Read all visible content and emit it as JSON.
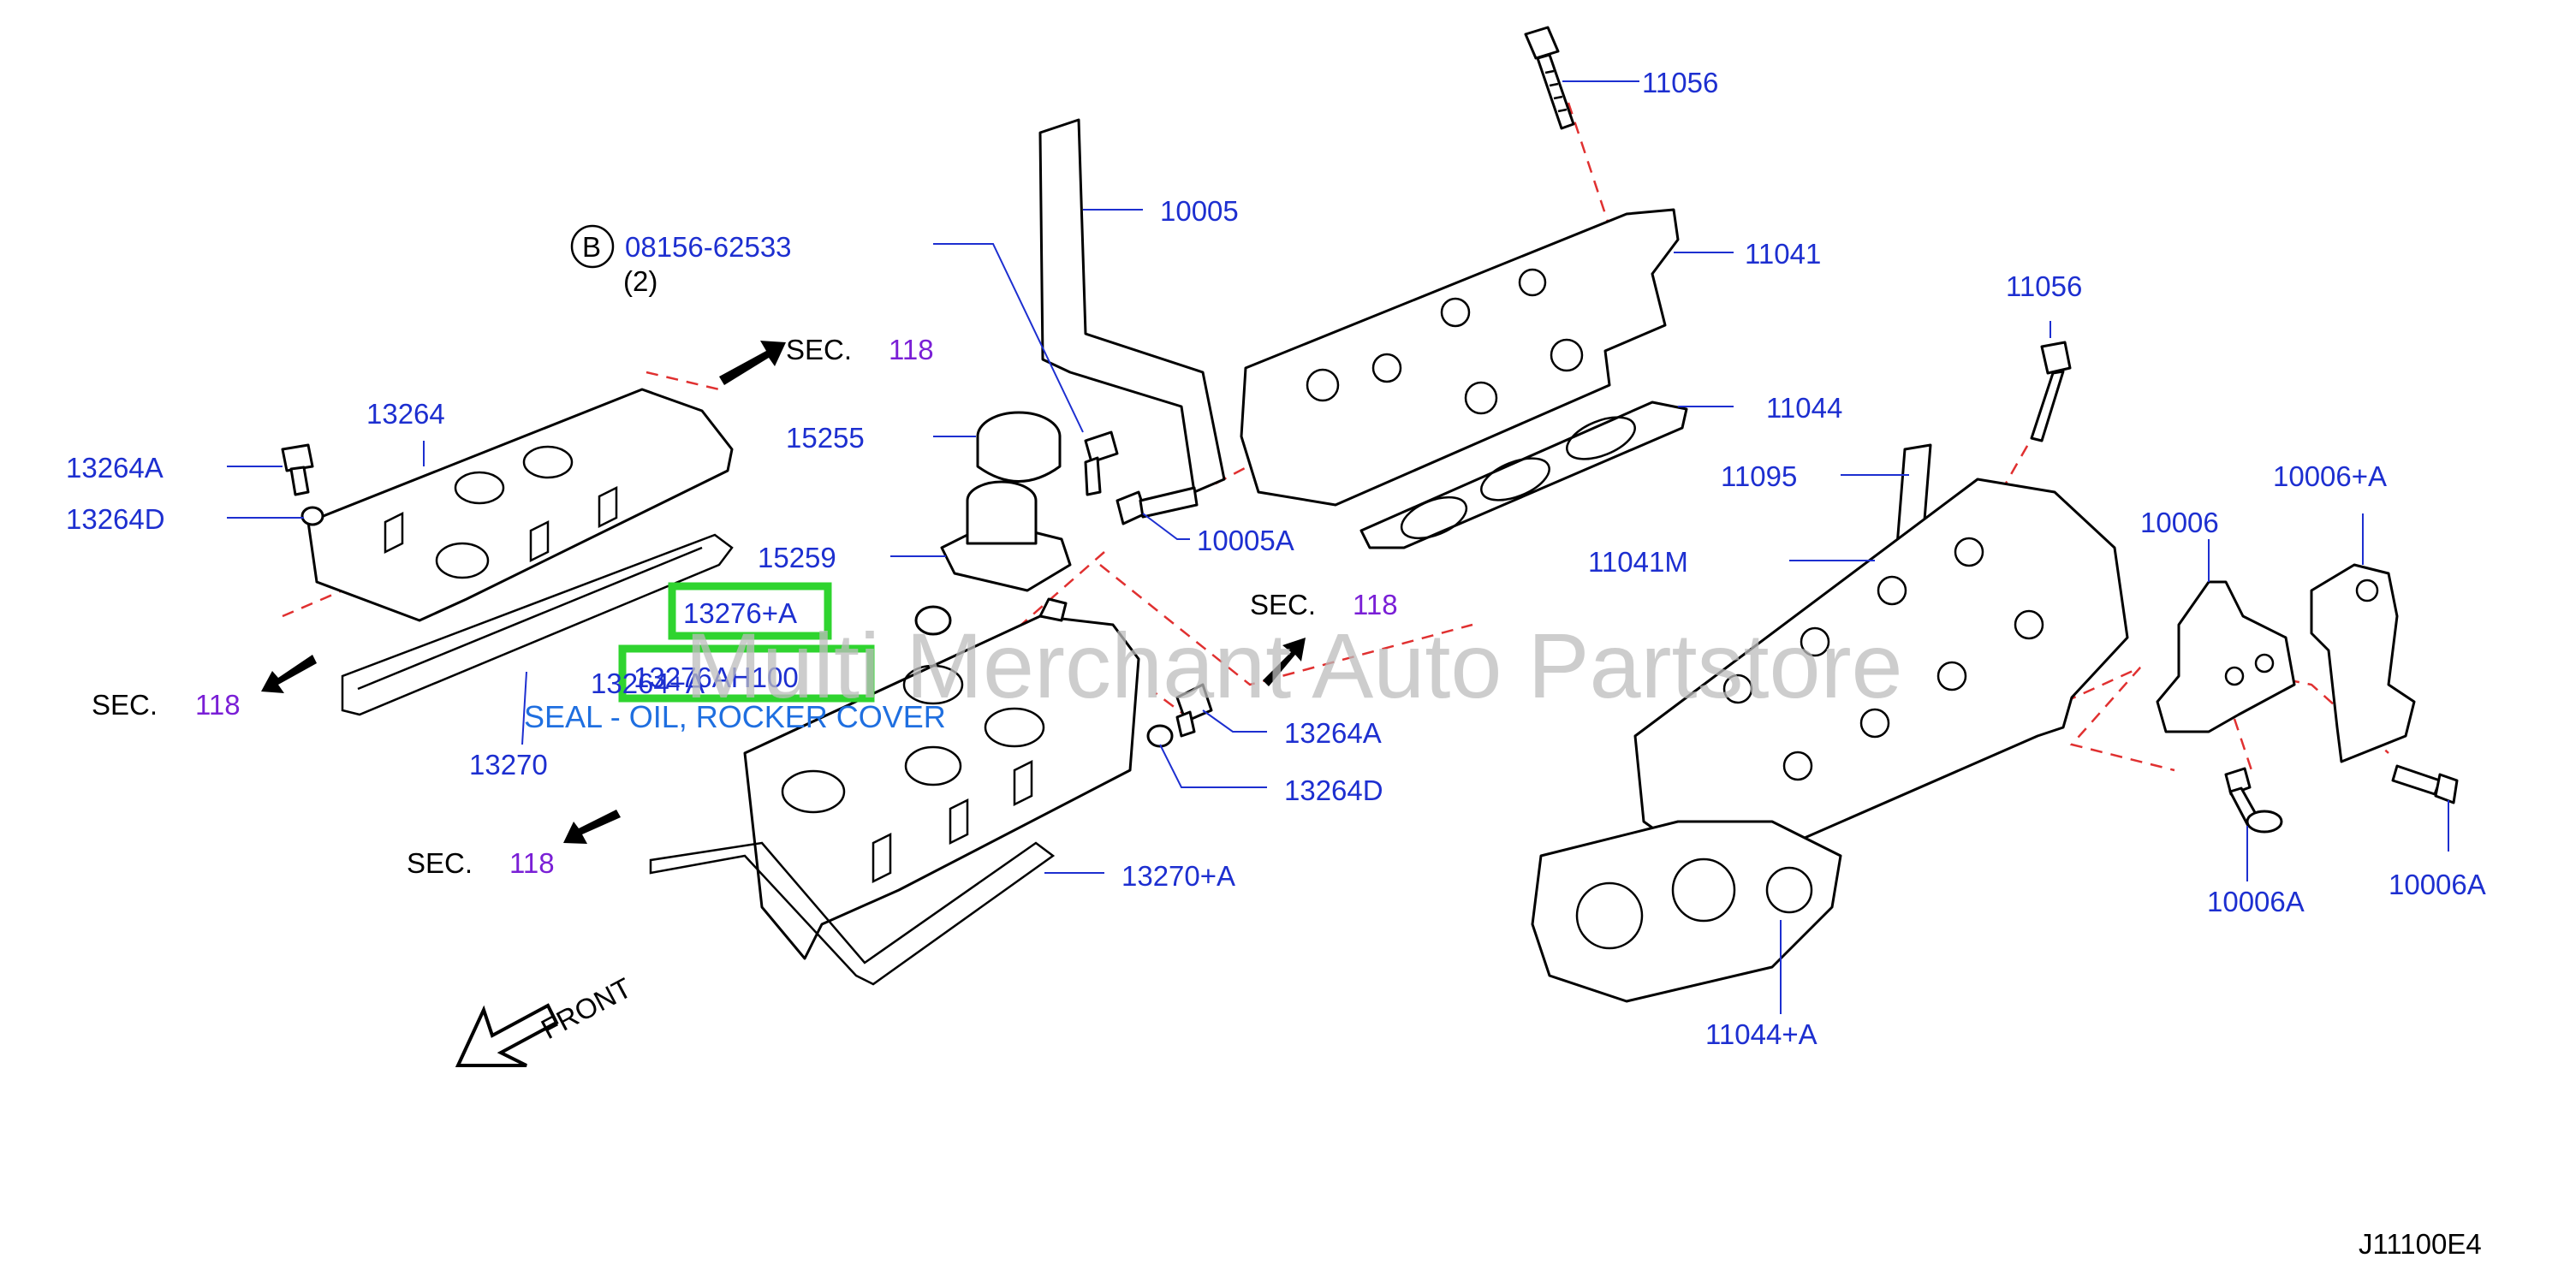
{
  "labels": {
    "p11056_top": "11056",
    "p10005": "10005",
    "bolt_pn": "08156-62533",
    "bolt_qty": "(2)",
    "bolt_badge": "B",
    "p11041": "11041",
    "p11056_mid": "11056",
    "p11044": "11044",
    "p13264": "13264",
    "p15255": "15255",
    "p13264A_left": "13264A",
    "p13264D_left": "13264D",
    "p15259": "15259",
    "p10005A": "10005A",
    "p11095": "11095",
    "p10006A_plus": "10006+A",
    "p10006": "10006",
    "p11041M": "11041M",
    "p13276A": "13276+A",
    "p13276AH100": "13276AH100",
    "p13264_plus_A": "13264+A",
    "seal_desc": "SEAL - OIL, ROCKER COVER",
    "p13270": "13270",
    "p13264A_right": "13264A",
    "p13264D_right": "13264D",
    "p13270_plus_A": "13270+A",
    "p10006A_left": "10006A",
    "p10006A_right": "10006A",
    "p11044_plus_A": "11044+A",
    "front": "FRONT",
    "diagram_code": "J11100E4"
  },
  "sec_refs": [
    {
      "prefix": "SEC.",
      "num": "118"
    },
    {
      "prefix": "SEC.",
      "num": "118"
    },
    {
      "prefix": "SEC.",
      "num": "118"
    },
    {
      "prefix": "SEC.",
      "num": "118"
    }
  ],
  "watermark": "Multi Merchant Auto Partstore",
  "highlighted_parts": [
    "13276+A",
    "13276AH100"
  ],
  "colors": {
    "part_number": "#1d2fd0",
    "sec_number": "#7a1fd6",
    "highlight": "#2fd42f",
    "dash_line": "#e03030",
    "seal_text": "#1f6fe0"
  }
}
